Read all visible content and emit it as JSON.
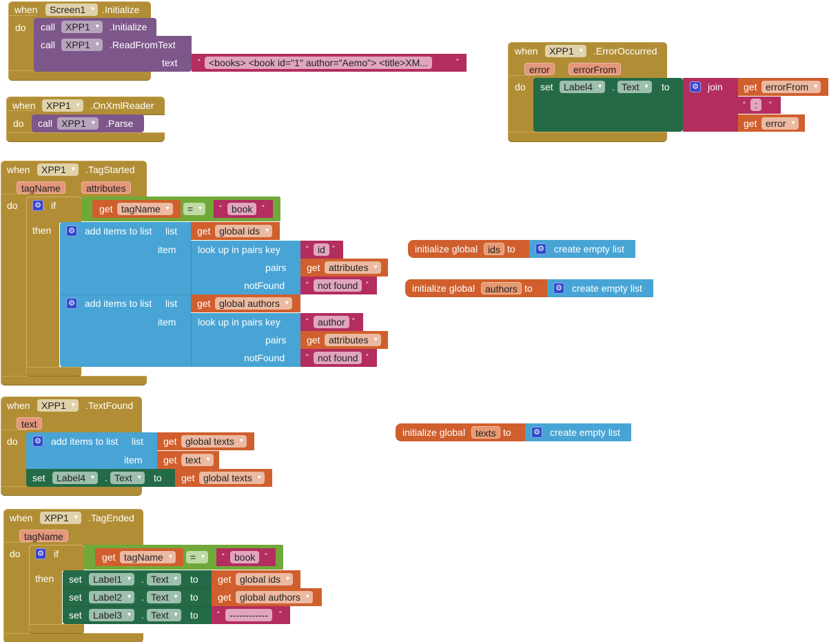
{
  "workspace": "App Inventor Blocks Editor",
  "colors": {
    "event": "#b18e35",
    "component_call": "#7d568a",
    "component_set": "#256a46",
    "lists": "#48a4d4",
    "variables": "#d05f2d",
    "text": "#b32d5e",
    "logic": "#70a939"
  },
  "kw": {
    "when": "when",
    "do": "do",
    "call": "call",
    "set": "set",
    "to": "to",
    "dot": ".",
    "if": "if",
    "then": "then",
    "get": "get",
    "join": "join",
    "add_items": "add items to list",
    "list": "list",
    "item": "item",
    "lookup": "look up in pairs  key",
    "pairs": "pairs",
    "notFound": "notFound",
    "init_global": "initialize global",
    "create_empty": "create empty list",
    "eq": "=",
    "text_param": "text",
    "open_q": "“",
    "close_q": "”"
  },
  "screen_init": {
    "component": "Screen1",
    "event": ".Initialize",
    "call1": {
      "component": "XPP1",
      "method": ".Initialize"
    },
    "call2": {
      "component": "XPP1",
      "method": ".ReadFromText",
      "arg_label": "text",
      "value": "<books>  <book id=\"1\" author=\"Aemo\">   <title>XM..."
    }
  },
  "on_xml_reader": {
    "component": "XPP1",
    "event": ".OnXmlReader",
    "call": {
      "component": "XPP1",
      "method": ".Parse"
    }
  },
  "error_occurred": {
    "component": "XPP1",
    "event": ".ErrorOccurred",
    "params": [
      "error",
      "errorFrom"
    ],
    "set": {
      "component": "Label4",
      "property": "Text"
    },
    "join": [
      {
        "get": "errorFrom"
      },
      {
        "text": ":"
      },
      {
        "get": "error"
      }
    ]
  },
  "tag_started": {
    "component": "XPP1",
    "event": ".TagStarted",
    "params": [
      "tagName",
      "attributes"
    ],
    "cond": {
      "get": "tagName",
      "op": "=",
      "text": "book"
    },
    "add1": {
      "list": "global ids",
      "key": "id",
      "pairs": "attributes",
      "notFound": "not found"
    },
    "add2": {
      "list": "global authors",
      "key": "author",
      "pairs": "attributes",
      "notFound": "not found"
    }
  },
  "globals": [
    {
      "name": "ids"
    },
    {
      "name": "authors"
    },
    {
      "name": "texts"
    }
  ],
  "text_found": {
    "component": "XPP1",
    "event": ".TextFound",
    "params": [
      "text"
    ],
    "add": {
      "list": "global texts",
      "item": "text"
    },
    "set": {
      "component": "Label4",
      "property": "Text",
      "value": "global texts"
    }
  },
  "tag_ended": {
    "component": "XPP1",
    "event": ".TagEnded",
    "params": [
      "tagName"
    ],
    "cond": {
      "get": "tagName",
      "op": "=",
      "text": "book"
    },
    "sets": [
      {
        "component": "Label1",
        "property": "Text",
        "get": "global ids"
      },
      {
        "component": "Label2",
        "property": "Text",
        "get": "global authors"
      },
      {
        "component": "Label3",
        "property": "Text",
        "text": "------------"
      }
    ]
  }
}
